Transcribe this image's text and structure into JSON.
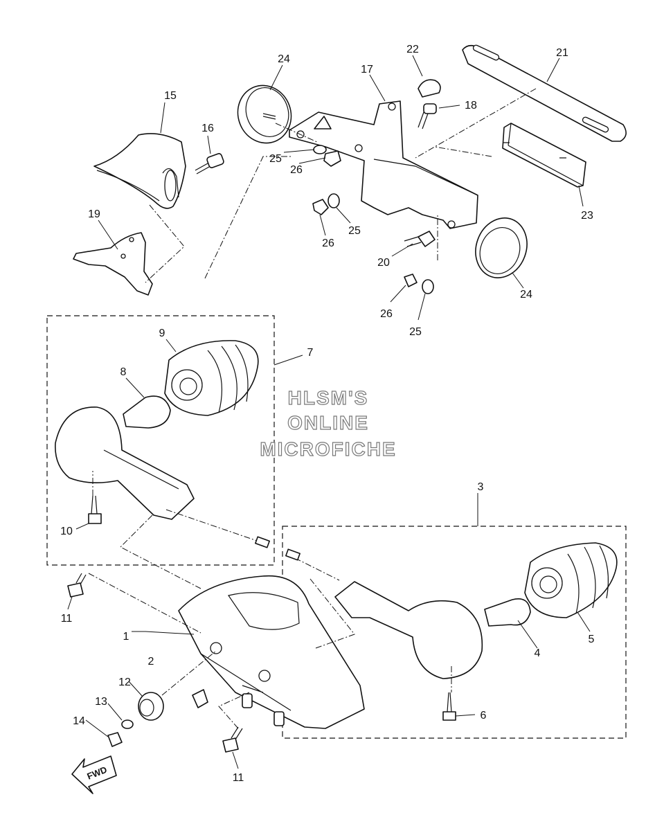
{
  "watermark": [
    "HLSM'S",
    "ONLINE",
    "MICROFICHE"
  ],
  "direction_label": "FWD",
  "callouts": {
    "c1": "1",
    "c2": "2",
    "c3": "3",
    "c4": "4",
    "c5": "5",
    "c6": "6",
    "c7": "7",
    "c8": "8",
    "c9": "9",
    "c10": "10",
    "c11a": "11",
    "c11b": "11",
    "c12": "12",
    "c13": "13",
    "c14": "14",
    "c15": "15",
    "c16": "16",
    "c17": "17",
    "c18": "18",
    "c19": "19",
    "c20": "20",
    "c21": "21",
    "c22": "22",
    "c23": "23",
    "c24a": "24",
    "c24b": "24",
    "c25a": "25",
    "c25b": "25",
    "c25c": "25",
    "c26a": "26",
    "c26b": "26",
    "c26c": "26"
  }
}
